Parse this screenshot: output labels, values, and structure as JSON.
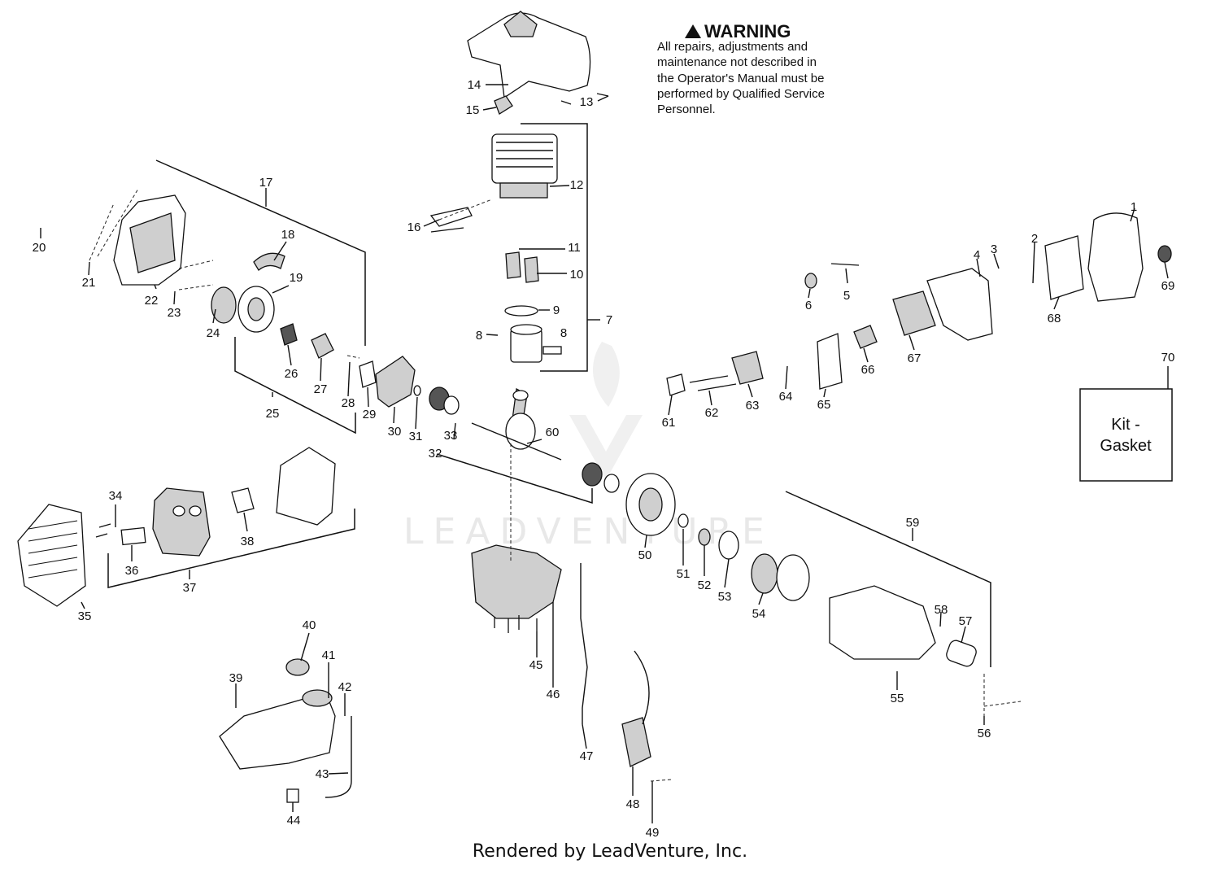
{
  "warning": {
    "title": "WARNING",
    "lines": [
      "All repairs, adjustments and",
      "maintenance not described in",
      "the Operator's Manual must be",
      "performed by Qualified Service",
      "Personnel."
    ]
  },
  "kit_box": {
    "line1": "Kit -",
    "line2": "Gasket"
  },
  "kit_number": "70",
  "footer": "Rendered by LeadVenture, Inc.",
  "watermark": "LEADVENTURE",
  "colors": {
    "ink": "#111111",
    "watermark": "#e8e8e8",
    "fill": "#cfcfcf"
  },
  "part_labels": [
    "1",
    "2",
    "3",
    "4",
    "5",
    "6",
    "7",
    "8",
    "9",
    "10",
    "11",
    "12",
    "13",
    "14",
    "15",
    "16",
    "17",
    "18",
    "19",
    "20",
    "21",
    "22",
    "23",
    "24",
    "25",
    "26",
    "27",
    "28",
    "29",
    "30",
    "31",
    "32",
    "33",
    "34",
    "35",
    "36",
    "37",
    "38",
    "39",
    "40",
    "41",
    "42",
    "43",
    "44",
    "45",
    "46",
    "47",
    "48",
    "49",
    "50",
    "51",
    "52",
    "53",
    "54",
    "55",
    "56",
    "57",
    "58",
    "59",
    "60",
    "61",
    "62",
    "63",
    "64",
    "65",
    "66",
    "67",
    "68",
    "69"
  ]
}
